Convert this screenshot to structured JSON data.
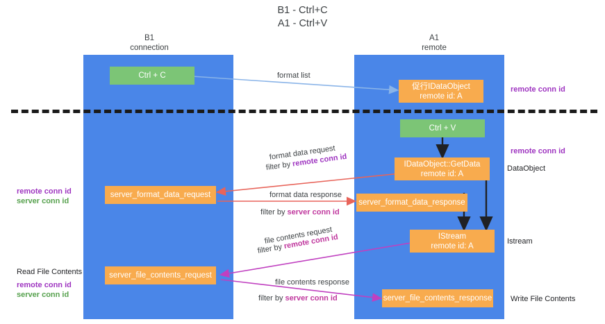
{
  "title": "B1 - Ctrl+C\nA1 - Ctrl+V",
  "columns": [
    {
      "name": "B1",
      "subtitle": "connection"
    },
    {
      "name": "A1",
      "subtitle": "remote"
    }
  ],
  "column_headers": {
    "left": "B1\nconnection",
    "right": "A1\nremote"
  },
  "nodes": [
    {
      "id": "ctrl-c",
      "label": "Ctrl + C",
      "color": "#7cc576"
    },
    {
      "id": "idataobject",
      "label": "促行IDataObject\nremote id: A",
      "color": "#f8ab4e"
    },
    {
      "id": "ctrl-v",
      "label": "Ctrl + V",
      "color": "#7cc576"
    },
    {
      "id": "idataobject-getdata",
      "label": "IDataObject::GetData\nremote id: A",
      "color": "#f8ab4e"
    },
    {
      "id": "server-format-data-request",
      "label": "server_format_data_request",
      "color": "#f8ab4e"
    },
    {
      "id": "server-format-data-response",
      "label": "server_format_data_response",
      "color": "#f8ab4e"
    },
    {
      "id": "istream",
      "label": "IStream\nremote id: A",
      "color": "#f8ab4e"
    },
    {
      "id": "server-file-contents-request",
      "label": "server_file_contents_request",
      "color": "#f8ab4e"
    },
    {
      "id": "server-file-contents-response",
      "label": "server_file_contents_response",
      "color": "#f8ab4e"
    }
  ],
  "edge_labels": {
    "format_list": "format list",
    "format_data_request": "format data request",
    "format_data_request_filter_prefix": "filter by ",
    "format_data_request_filter_key": "remote conn id",
    "format_data_response": "format data response",
    "format_data_response_filter_prefix": "filter by ",
    "format_data_response_filter_key": "server conn id",
    "file_contents_request": "file contents request",
    "file_contents_request_filter_prefix": "filter by ",
    "file_contents_request_filter_key": "remote conn id",
    "file_contents_response": "file contents response",
    "file_contents_response_filter_prefix": "filter by ",
    "file_contents_response_filter_key": "server conn id"
  },
  "side_notes": {
    "right_remote_conn_id_top": "remote conn id",
    "right_remote_conn_id_mid": "remote conn id",
    "right_dataobject": "DataObject",
    "right_istream": "Istream",
    "right_write_file_contents": "Write File Contents",
    "left_remote_conn_id": "remote conn id",
    "left_server_conn_id": "server conn id",
    "left_read_file_contents": "Read File Contents",
    "left_remote_conn_id_2": "remote conn id",
    "left_server_conn_id_2": "server conn id"
  },
  "colors": {
    "lane": "#4a86e8",
    "green_node": "#7cc576",
    "orange_node": "#f8ab4e",
    "purple": "#9e34c0",
    "magenta": "#c0389e",
    "green_text": "#57a14e",
    "arrow_blue": "#8ab4e8",
    "arrow_red": "#e8645a",
    "arrow_black": "#202124",
    "arrow_magenta": "#c040c0",
    "divider": "#1a1a1a"
  }
}
